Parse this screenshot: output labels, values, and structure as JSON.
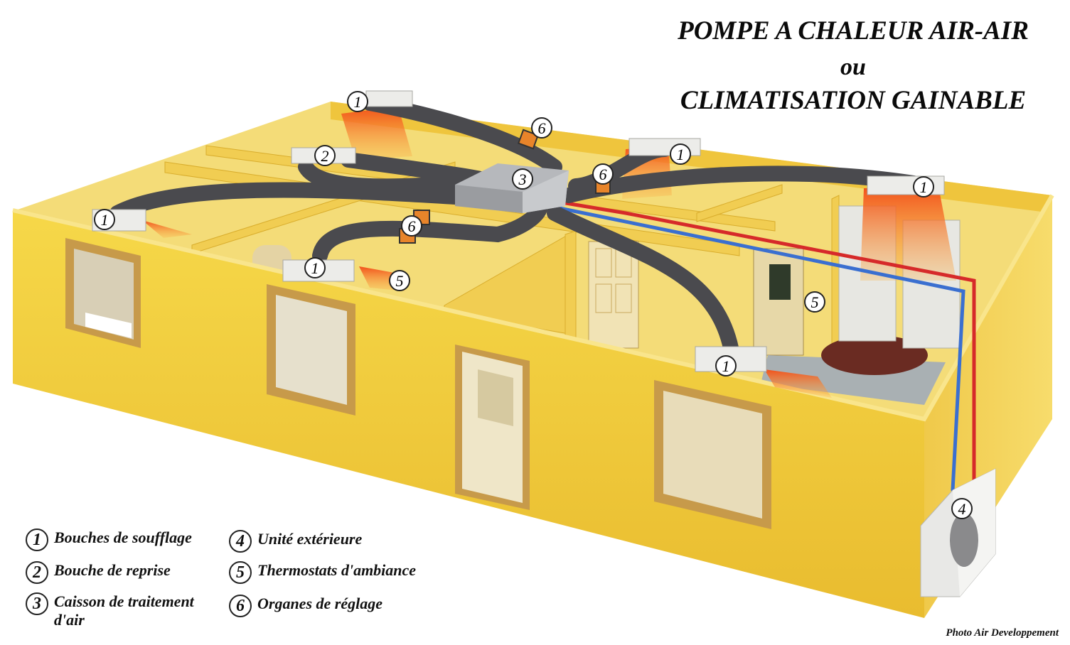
{
  "title": {
    "line1": "POMPE A CHALEUR AIR-AIR",
    "line2": "ou",
    "line3": "CLIMATISATION GAINABLE"
  },
  "callouts": [
    {
      "num": "1",
      "part": "supply-vent"
    },
    {
      "num": "1",
      "part": "supply-vent"
    },
    {
      "num": "1",
      "part": "supply-vent"
    },
    {
      "num": "1",
      "part": "supply-vent"
    },
    {
      "num": "1",
      "part": "supply-vent"
    },
    {
      "num": "1",
      "part": "supply-vent"
    },
    {
      "num": "2",
      "part": "return-vent"
    },
    {
      "num": "3",
      "part": "air-handler"
    },
    {
      "num": "4",
      "part": "outdoor-unit"
    },
    {
      "num": "5",
      "part": "thermostat"
    },
    {
      "num": "5",
      "part": "thermostat"
    },
    {
      "num": "6",
      "part": "damper"
    },
    {
      "num": "6",
      "part": "damper"
    },
    {
      "num": "6",
      "part": "damper"
    }
  ],
  "legend": [
    {
      "num": "1",
      "label": "Bouches de soufflage"
    },
    {
      "num": "2",
      "label": "Bouche de reprise"
    },
    {
      "num": "3",
      "label": "Caisson de traitement d'air"
    },
    {
      "num": "4",
      "label": "Unité extérieure"
    },
    {
      "num": "5",
      "label": "Thermostats d'ambiance"
    },
    {
      "num": "6",
      "label": "Organes de réglage"
    }
  ],
  "credit": "Photo Air Developpement",
  "colors": {
    "wall": "#f3cf3c",
    "wall_dark": "#e2b52a",
    "floor": "#f7e07a",
    "duct": "#4a4a4e",
    "airflow": "#f06a1e",
    "pipe_hot": "#d62a2a",
    "pipe_cold": "#3a6fd0"
  }
}
